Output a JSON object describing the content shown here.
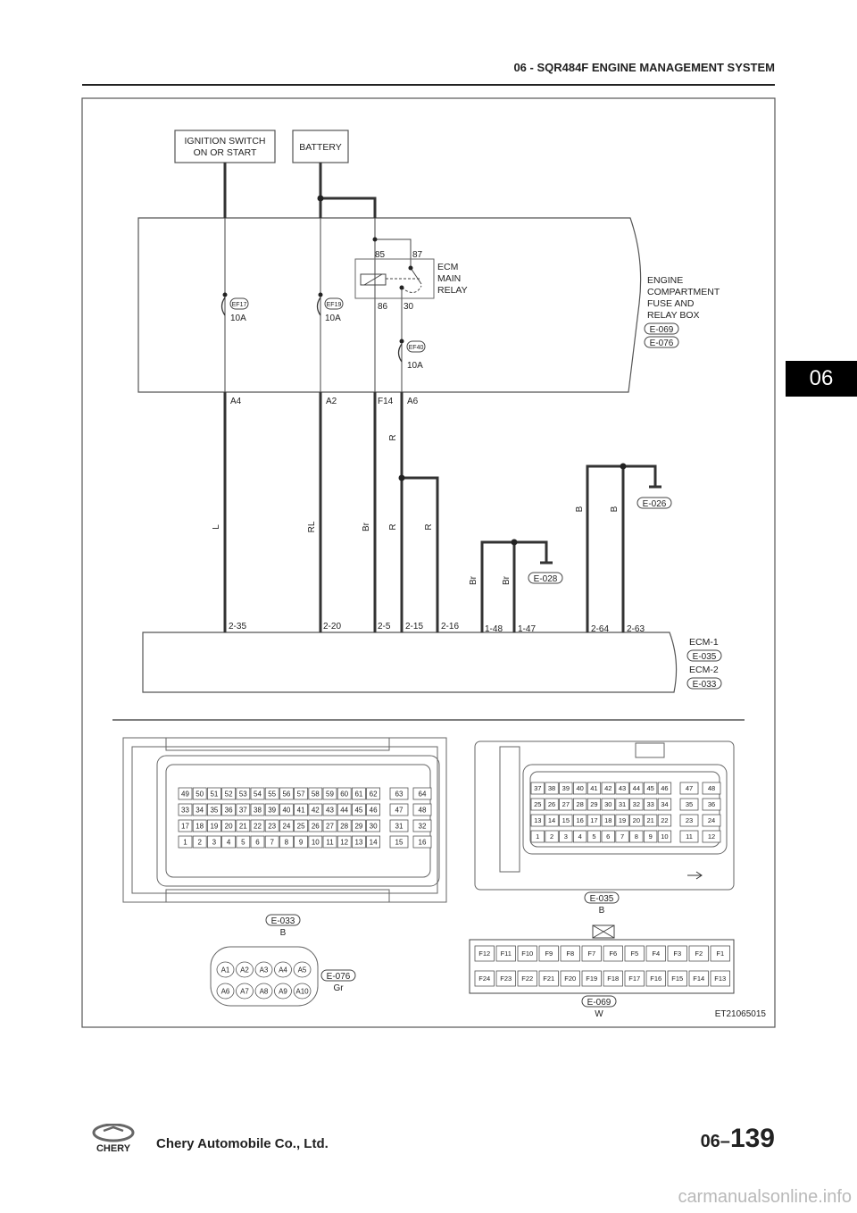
{
  "header": {
    "title": "06 - SQR484F ENGINE MANAGEMENT SYSTEM"
  },
  "side_tab": "06",
  "diagram": {
    "code": "ET21065015",
    "boxes": {
      "ignition_l1": "IGNITION SWITCH",
      "ignition_l2": "ON OR START",
      "battery": "BATTERY"
    },
    "fuse_box": {
      "l1": "ENGINE",
      "l2": "COMPARTMENT",
      "l3": "FUSE AND",
      "l4": "RELAY BOX",
      "c1": "E-069",
      "c2": "E-076"
    },
    "relay": {
      "l1": "ECM",
      "l2": "MAIN",
      "l3": "RELAY",
      "p85": "85",
      "p87": "87",
      "p86": "86",
      "p30": "30"
    },
    "fuses": [
      {
        "id": "EF17",
        "rating": "10A"
      },
      {
        "id": "EF19",
        "rating": "10A"
      },
      {
        "id": "EF40",
        "rating": "10A"
      }
    ],
    "top_pins": [
      "A4",
      "A2",
      "F14",
      "A6"
    ],
    "wires": {
      "w1": "L",
      "w2": "RL",
      "w3": "Br",
      "w4a": "R",
      "w4b": "R",
      "w5": "R",
      "w6": "Br",
      "w7": "Br",
      "w8": "B",
      "w9": "B"
    },
    "grounds": [
      "E-028",
      "E-026"
    ],
    "ecm_pins": [
      "2-35",
      "2-20",
      "2-5",
      "2-15",
      "2-16",
      "1-48",
      "1-47",
      "2-64",
      "2-63"
    ],
    "ecm": {
      "l1": "ECM-1",
      "c1": "E-035",
      "l2": "ECM-2",
      "c2": "E-033"
    }
  },
  "connectors": {
    "e033": {
      "id": "E-033",
      "color": "B"
    },
    "e035": {
      "id": "E-035",
      "color": "B"
    },
    "e076": {
      "id": "E-076",
      "color": "Gr"
    },
    "e069": {
      "id": "E-069",
      "color": "W"
    }
  },
  "footer": {
    "company": "Chery Automobile Co., Ltd.",
    "page_prefix": "06–",
    "page_num": "139",
    "logo_text": "CHERY"
  },
  "watermark": "carmanualsonline.info"
}
